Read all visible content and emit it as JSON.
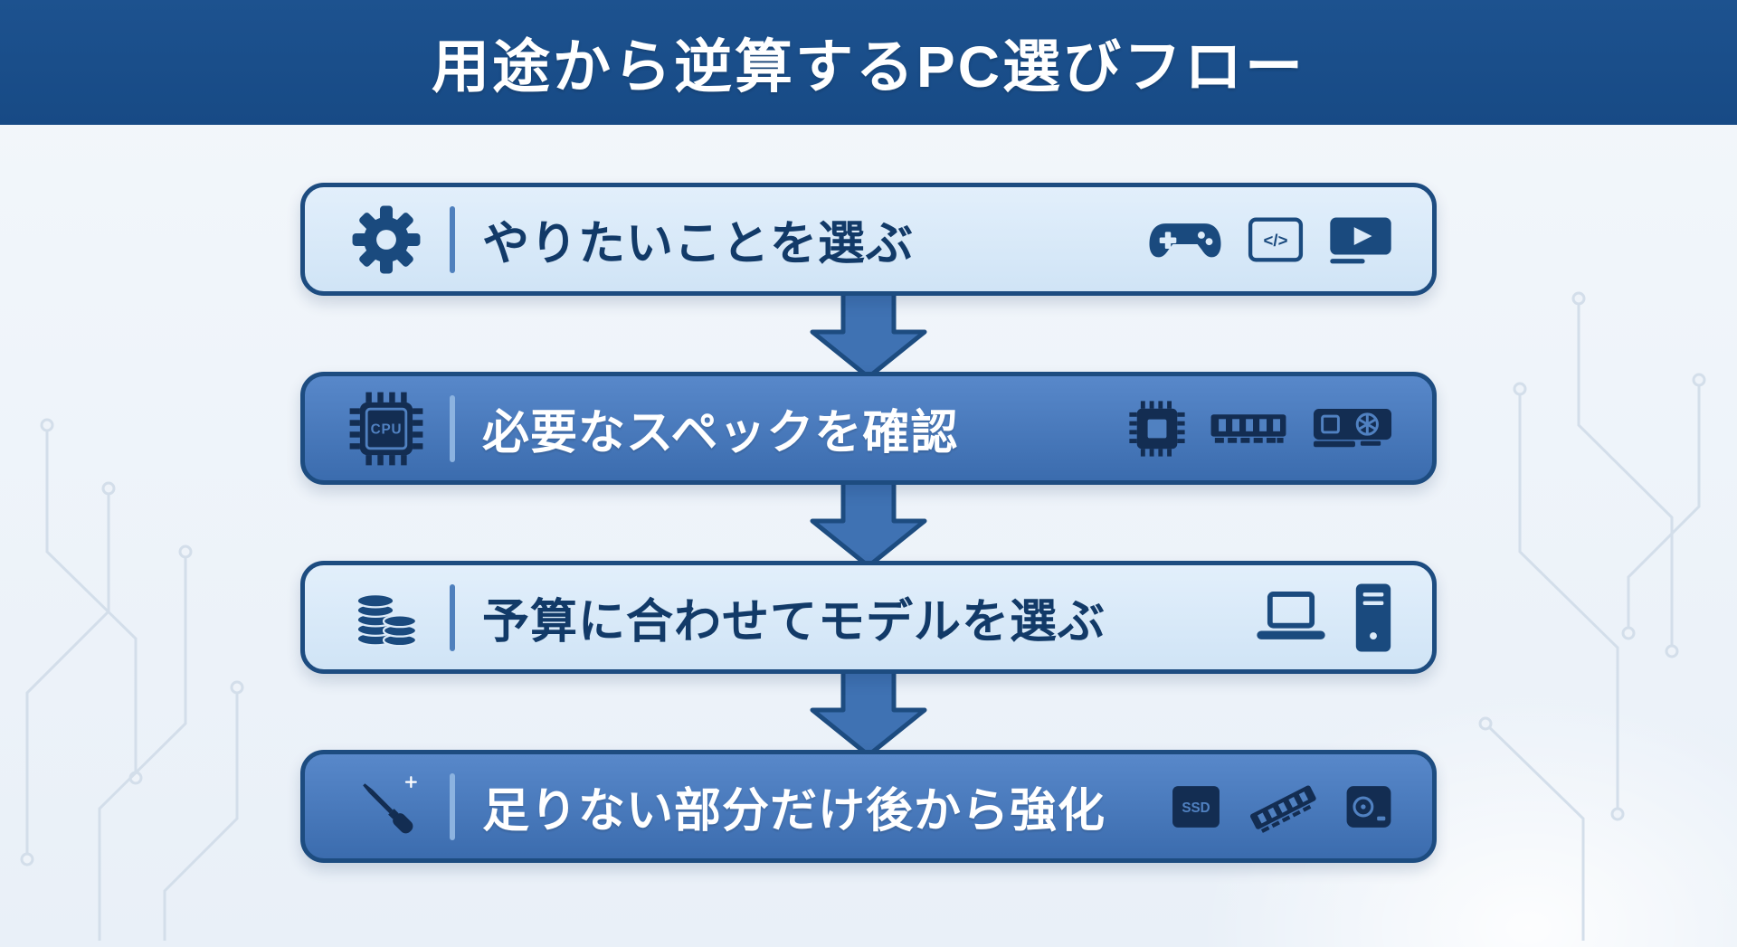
{
  "header": {
    "title": "用途から逆算するPC選びフロー"
  },
  "steps": [
    {
      "label": "やりたいことを選ぶ",
      "variant": "light",
      "left_icon": "gear-icon",
      "right_icons": [
        "gamepad-icon",
        "code-icon",
        "video-player-icon"
      ]
    },
    {
      "label": "必要なスペックを確認",
      "variant": "dark",
      "left_icon": "cpu-chip-icon",
      "right_icons": [
        "processor-icon",
        "ram-icon",
        "gpu-icon"
      ]
    },
    {
      "label": "予算に合わせてモデルを選ぶ",
      "variant": "light",
      "left_icon": "coins-icon",
      "right_icons": [
        "laptop-icon",
        "desktop-tower-icon"
      ]
    },
    {
      "label": "足りない部分だけ後から強化",
      "variant": "dark",
      "left_icon": "screwdriver-icon",
      "right_icons": [
        "ssd-icon",
        "ram-icon",
        "hdd-icon"
      ]
    }
  ],
  "icon_text": {
    "code": "</>",
    "cpu": "CPU",
    "ssd": "SSD"
  },
  "colors": {
    "header_bg": "#1b4f8e",
    "page_bg": "#edf3f9",
    "light_box_bg": "#d9e9f8",
    "dark_box_top": "#5888ca",
    "dark_box_bottom": "#3b6cae",
    "box_border": "#1d4c80",
    "arrow_fill": "#3f72b3",
    "dark_text": "#123a68",
    "light_text": "#ffffff"
  }
}
